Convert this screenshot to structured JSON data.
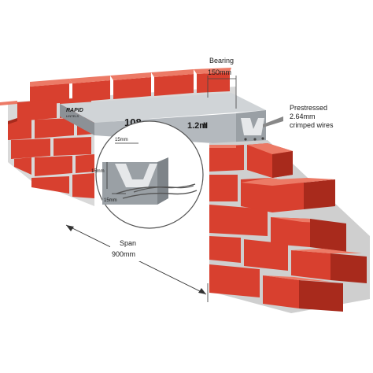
{
  "lintel": {
    "brand": "RAPID",
    "brand_sub": "LINTELS",
    "code": "108",
    "length": "1.2m",
    "length_mark": "II"
  },
  "labels": {
    "bearing_title": "Bearing",
    "bearing_value": "150mm",
    "prestressed_line1": "Prestressed",
    "prestressed_line2": "2.64mm",
    "prestressed_line3": "crimped wires",
    "span_title": "Span",
    "span_value": "900mm"
  },
  "detail": {
    "dim_top": "15mm",
    "dim_side": "15mm",
    "dim_bottom": "15mm"
  },
  "colors": {
    "brick": "#d8402f",
    "brick_top": "#e86a55",
    "brick_side": "#a82a1c",
    "mortar": "#cfcfcf",
    "lintel": "#b4b9be",
    "lintel_dark": "#8c9196"
  }
}
